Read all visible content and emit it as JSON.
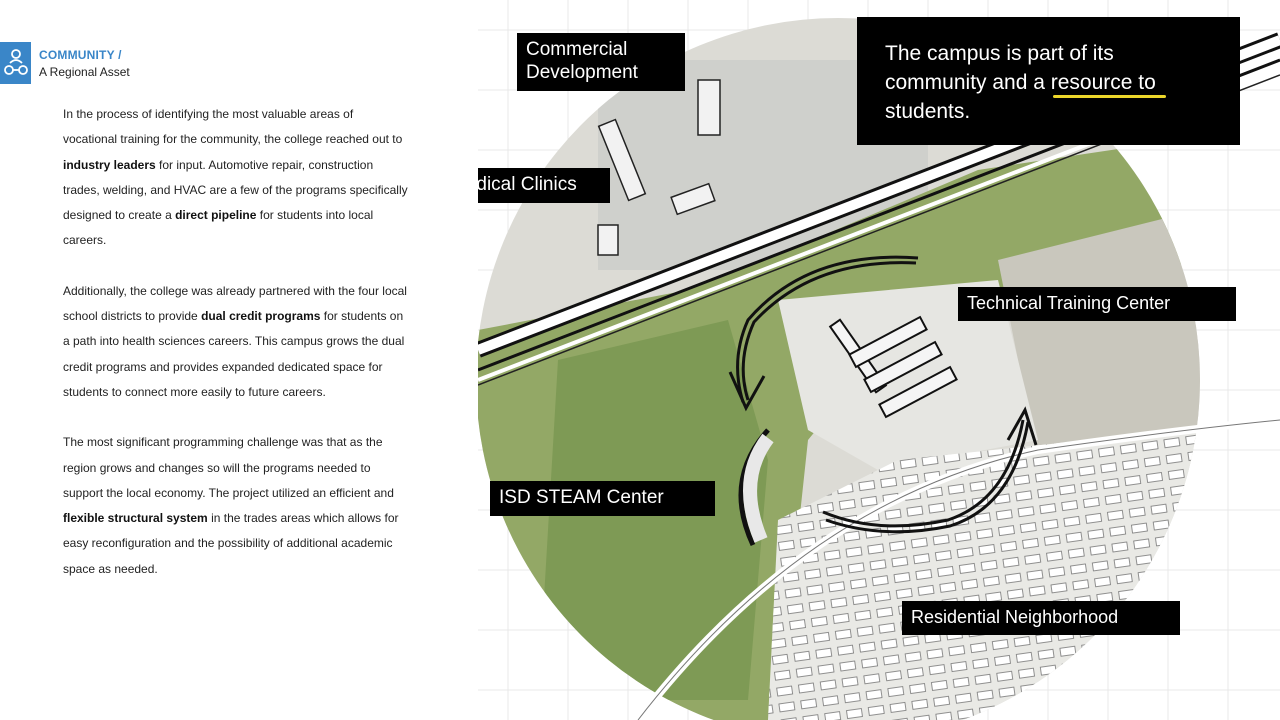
{
  "header": {
    "title": "COMMUNITY /",
    "subtitle": "A Regional Asset",
    "icon": "community-people-icon",
    "accent_color": "#3a86c8"
  },
  "paragraphs": [
    [
      {
        "text": "In the process of identifying the most valuable areas of vocational training for the community, the college reached out to "
      },
      {
        "text": "industry leaders",
        "bold": true
      },
      {
        "text": " for input. Automotive repair, construction trades, welding, and HVAC are a few of the programs specifically designed to create a "
      },
      {
        "text": "direct pipeline",
        "bold": true
      },
      {
        "text": " for students into local careers."
      }
    ],
    [
      {
        "text": "Additionally, the college was already partnered with the four local school districts to provide "
      },
      {
        "text": "dual credit programs",
        "bold": true
      },
      {
        "text": " for students on a path into health sciences careers. This campus grows the dual credit programs and provides expanded dedicated space for students to connect more easily to future careers."
      }
    ],
    [
      {
        "text": "The most significant programming challenge was that as the region grows and changes so will the programs needed to support the local economy. The project utilized an efficient and "
      },
      {
        "text": "flexible structural system",
        "bold": true
      },
      {
        "text": " in the trades areas which allows for easy reconfiguration and the possibility of additional academic space as needed."
      }
    ]
  ],
  "map": {
    "labels": {
      "commercial": "Commercial Development",
      "medical": "Medical Clinics",
      "technical": "Technical Training Center",
      "isd": "ISD STEAM Center",
      "residential": "Residential Neighborhood"
    },
    "callout": {
      "before": "The campus is part of its community and a ",
      "highlight": "resource to",
      "after": " students."
    },
    "highlight_color": "#ecd62a"
  }
}
